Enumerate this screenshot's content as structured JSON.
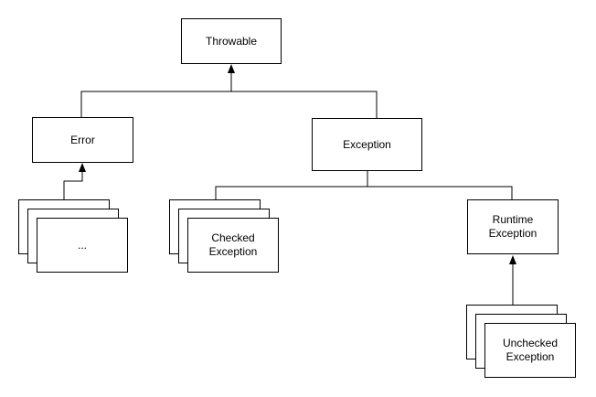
{
  "diagram": {
    "background_color": "#ffffff",
    "stroke_color": "#000000",
    "text_color": "#000000",
    "nodes": {
      "throwable": {
        "label": "Throwable"
      },
      "error": {
        "label": "Error"
      },
      "exception": {
        "label": "Exception"
      },
      "error_subclasses": {
        "label": "...",
        "stacked": true
      },
      "checked_exception": {
        "label": "Checked Exception",
        "stacked": true
      },
      "runtime_exception": {
        "label": "Runtime Exception"
      },
      "unchecked_exception": {
        "label": "Unchecked Exception",
        "stacked": true
      }
    },
    "edges": [
      {
        "from": "Error",
        "to": "Throwable",
        "style": "arrow-into-target"
      },
      {
        "from": "Exception",
        "to": "Throwable",
        "style": "arrow-into-target"
      },
      {
        "from": "error_subclasses",
        "to": "Error",
        "style": "arrow-into-target"
      },
      {
        "from": "Checked Exception",
        "to": "Exception",
        "style": "plain-line"
      },
      {
        "from": "Runtime Exception",
        "to": "Exception",
        "style": "plain-line"
      },
      {
        "from": "Unchecked Exception",
        "to": "Runtime Exception",
        "style": "arrow-into-target"
      }
    ]
  }
}
